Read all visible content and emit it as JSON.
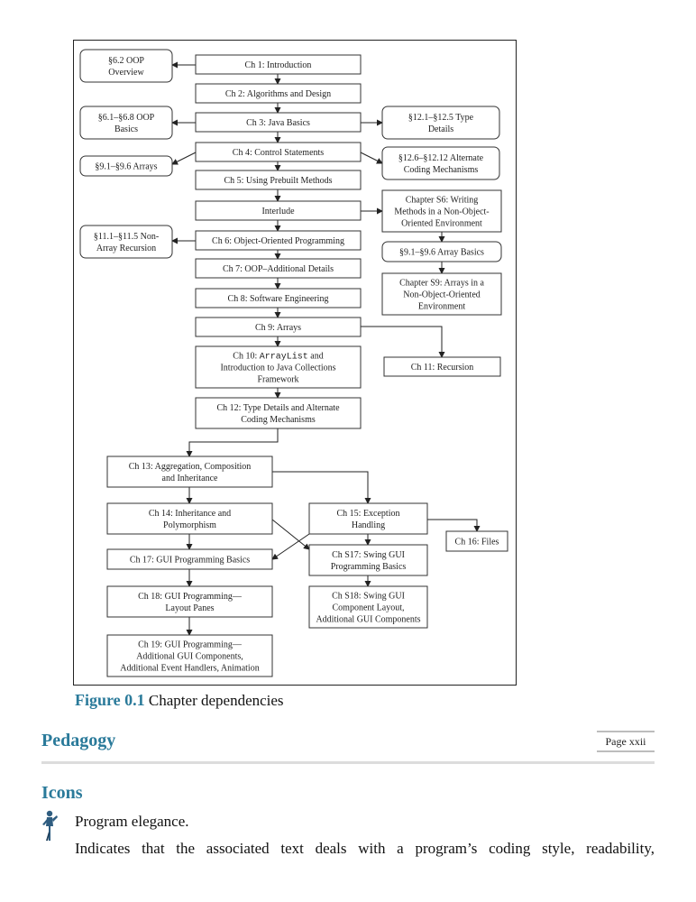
{
  "figure": {
    "label": "Figure 0.1",
    "caption": "Chapter dependencies",
    "nodes": {
      "oop_overview": [
        "§6.2 OOP",
        "Overview"
      ],
      "ch1": [
        "Ch 1: Introduction"
      ],
      "ch2": [
        "Ch 2: Algorithms and Design"
      ],
      "oop_basics": [
        "§6.1–§6.8 OOP",
        "Basics"
      ],
      "ch3": [
        "Ch 3: Java Basics"
      ],
      "type_details": [
        "§12.1–§12.5 Type",
        "Details"
      ],
      "arrays_s9": [
        "§9.1–§9.6 Arrays"
      ],
      "ch4": [
        "Ch 4: Control Statements"
      ],
      "alt_coding": [
        "§12.6–§12.12 Alternate",
        "Coding Mechanisms"
      ],
      "ch5": [
        "Ch 5: Using Prebuilt Methods"
      ],
      "interlude": [
        "Interlude"
      ],
      "s6": [
        "Chapter S6: Writing",
        "Methods in a Non-Object-",
        "Oriented Environment"
      ],
      "recursion_s11": [
        "§11.1–§11.5 Non-",
        "Array Recursion"
      ],
      "ch6": [
        "Ch 6: Object-Oriented Programming"
      ],
      "array_basics": [
        "§9.1–§9.6 Array Basics"
      ],
      "ch7": [
        "Ch 7: OOP–Additional Details"
      ],
      "s9": [
        "Chapter S9: Arrays in a",
        "Non-Object-Oriented",
        "Environment"
      ],
      "ch8": [
        "Ch 8: Software Engineering"
      ],
      "ch9": [
        "Ch 9: Arrays"
      ],
      "ch10": {
        "prefix": "Ch 10: ",
        "code": "ArrayList",
        "suffix": " and",
        "lines": [
          "Introduction to Java Collections",
          "Framework"
        ]
      },
      "ch11": [
        "Ch 11: Recursion"
      ],
      "ch12": [
        "Ch 12: Type Details and Alternate",
        "Coding Mechanisms"
      ],
      "ch13": [
        "Ch 13: Aggregation, Composition",
        "and Inheritance"
      ],
      "ch14": [
        "Ch 14: Inheritance and",
        "Polymorphism"
      ],
      "ch15": [
        "Ch 15: Exception",
        "Handling"
      ],
      "ch16": [
        "Ch 16: Files"
      ],
      "ch17": [
        "Ch 17: GUI Programming Basics"
      ],
      "chs17": [
        "Ch S17: Swing GUI",
        "Programming Basics"
      ],
      "ch18": [
        "Ch 18: GUI Programming—",
        "Layout Panes"
      ],
      "chs18": [
        "Ch S18: Swing GUI",
        "Component Layout,",
        "Additional GUI Components"
      ],
      "ch19": [
        "Ch 19: GUI Programming—",
        "Additional GUI Components,",
        "Additional Event Handlers, Animation"
      ]
    }
  },
  "section": {
    "title": "Pedagogy",
    "page_marker": "Page xxii",
    "subheading": "Icons",
    "icon_name": "program-elegance-figure-icon",
    "icon_color": "#2f5d80",
    "item_title": "Program elegance.",
    "item_text": "Indicates that the associated text deals with a program’s coding style, readability,"
  }
}
